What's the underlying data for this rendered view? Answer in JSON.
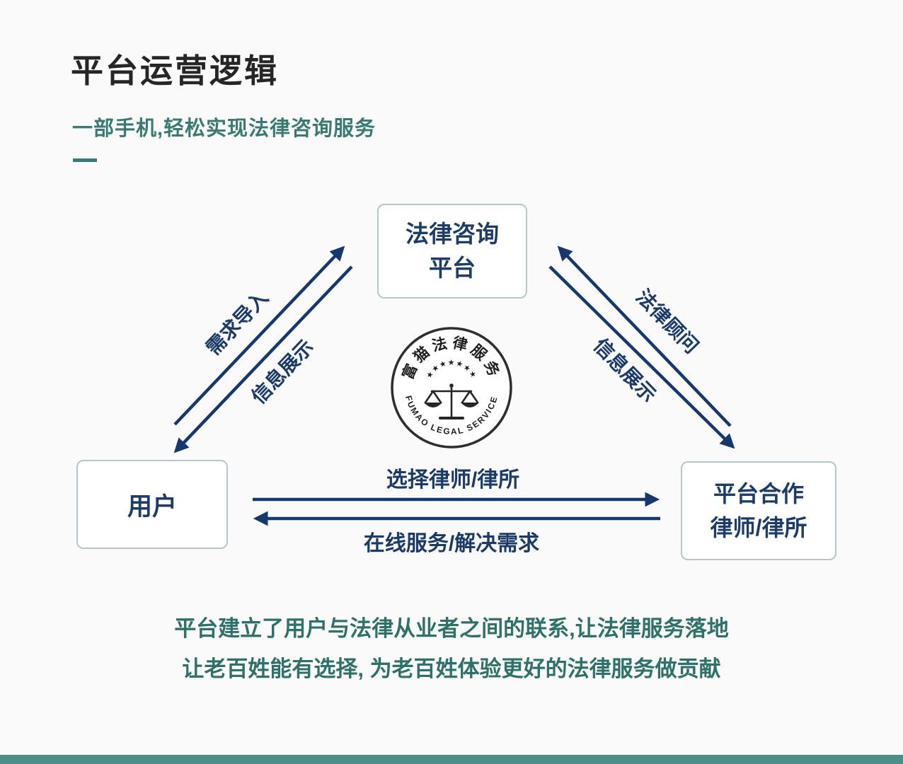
{
  "header": {
    "title": "平台运营逻辑",
    "subtitle": "一部手机,轻松实现法律咨询服务"
  },
  "nodes": {
    "platform": {
      "line1": "法律咨询",
      "line2": "平台"
    },
    "user": {
      "label": "用户"
    },
    "partner": {
      "line1": "平台合作",
      "line2": "律师/律所"
    }
  },
  "edges": {
    "user_to_platform": "需求导入",
    "platform_to_user": "信息展示",
    "partner_to_platform": "法律顾问",
    "platform_to_partner": "信息展示",
    "user_to_partner": "选择律师/律所",
    "partner_to_user": "在线服务/解决需求"
  },
  "logo": {
    "arc_top": "富猫法律服务",
    "stars": "★★★★★★★",
    "arc_bottom": "FUMAO LEGAL SERVICE"
  },
  "footer": {
    "line1": "平台建立了用户与法律从业者之间的联系,让法律服务落地",
    "line2": "让老百姓能有选择, 为老百姓体验更好的法律服务做贡献"
  },
  "colors": {
    "accent_teal": "#3a7a72",
    "arrow_navy": "#17386c",
    "node_text_navy": "#1e3d66",
    "footer_teal": "#2f7068",
    "bottom_bar_teal": "#4d8f88"
  }
}
